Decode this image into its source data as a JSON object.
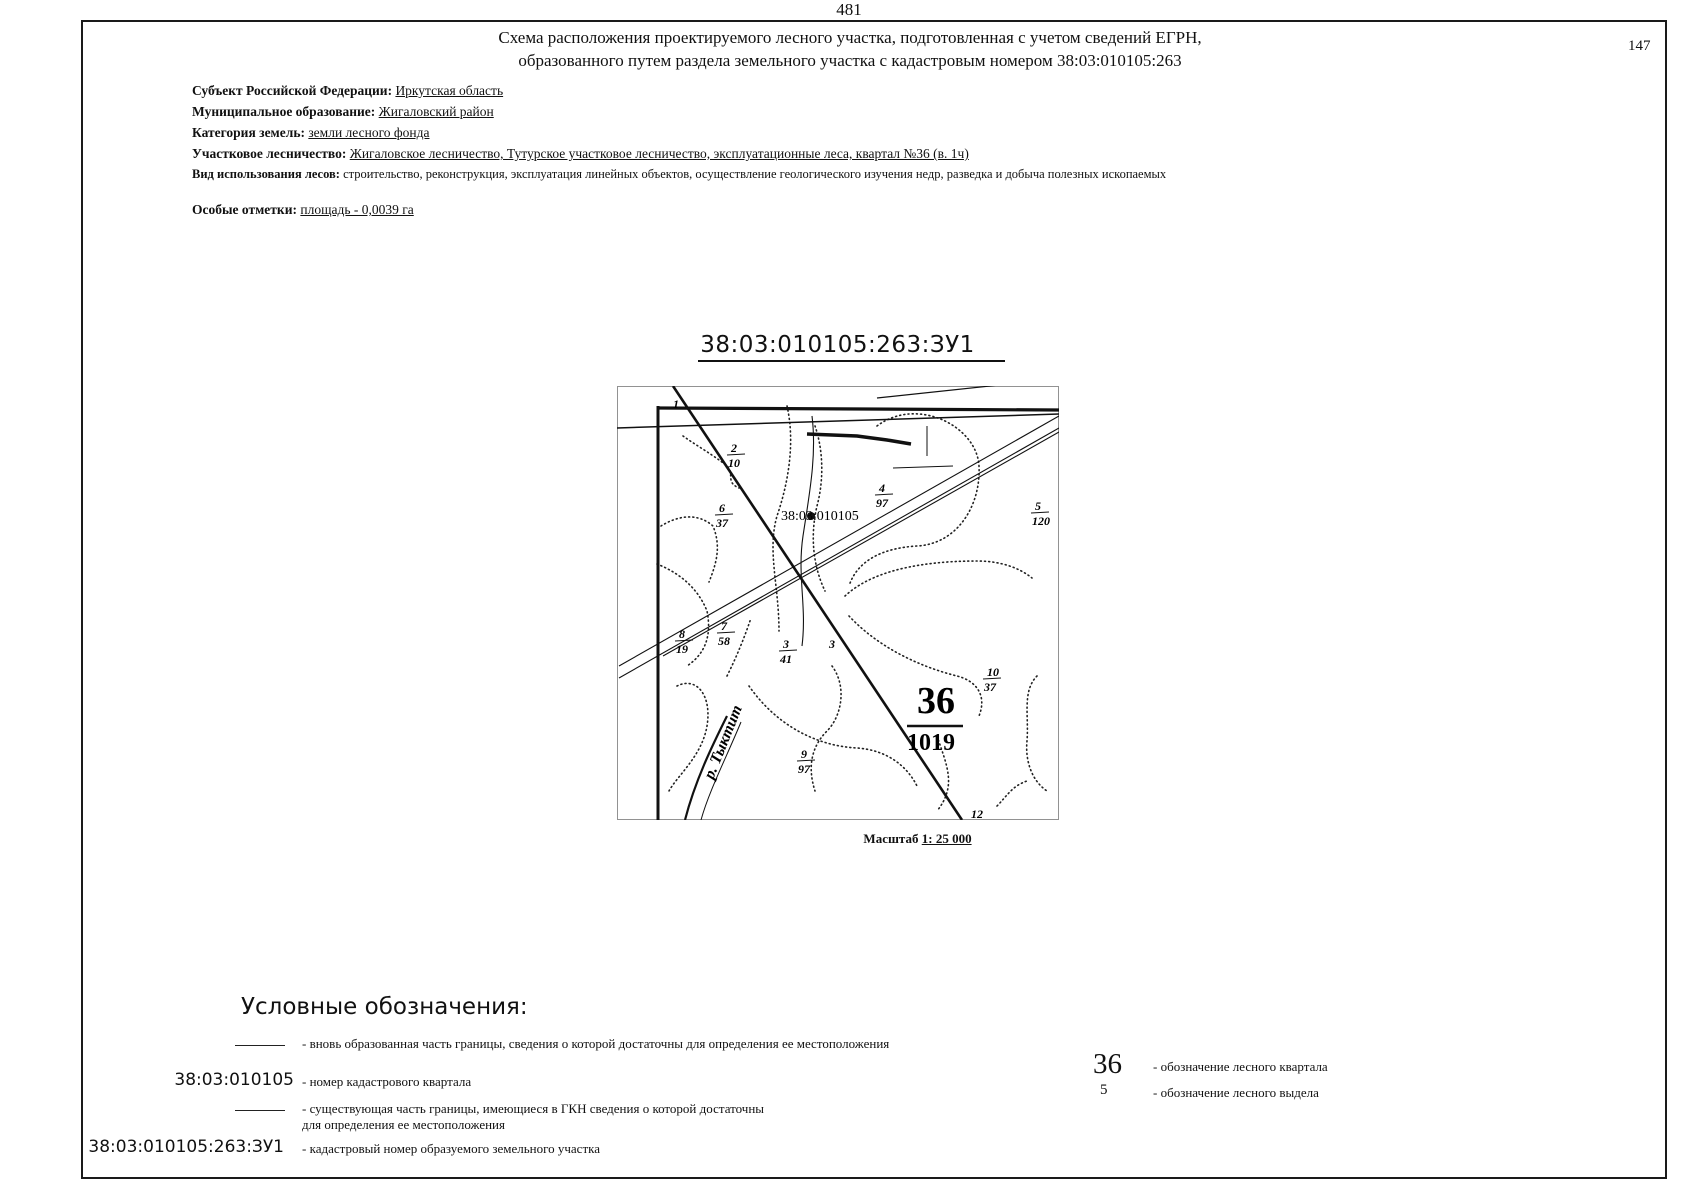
{
  "page": {
    "top_number": "481",
    "sheet_number": "147"
  },
  "title": {
    "line1": "Схема расположения проектируемого лесного участка, подготовленная с учетом сведений ЕГРН,",
    "line2": "образованного путем раздела земельного участка с кадастровым номером 38:03:010105:263"
  },
  "info": {
    "subject_label": "Субъект Российской Федерации:",
    "subject_value": "Иркутская область",
    "municipality_label": "Муниципальное образование:",
    "municipality_value": "Жигаловский район",
    "category_label": "Категория земель:",
    "category_value": "земли лесного фонда",
    "forestry_label": "Участковое лесничество:",
    "forestry_value": "Жигаловское лесничество, Тутурское участковое лесничество, эксплуатационные леса, квартал №36 (в. 1ч)",
    "usage_label": "Вид использования лесов:",
    "usage_value": "строительство, реконструкция, эксплуатация линейных объектов, осуществление геологического изучения недр, разведка и добыча полезных ископаемых",
    "marks_label": "Особые отметки:",
    "marks_value": "площадь -  0,0039 га"
  },
  "map": {
    "plot_id": "38:03:010105:263:ЗУ1",
    "cadastral_label": "38:03:010105",
    "river_label": "р. Тыктит",
    "quarter_number": "36",
    "quarter_area": "1019",
    "divisions": [
      {
        "top": "2",
        "bottom": "10"
      },
      {
        "top": "6",
        "bottom": "37"
      },
      {
        "top": "8",
        "bottom": "19"
      },
      {
        "top": "7",
        "bottom": "58"
      },
      {
        "top": "3",
        "bottom": "41"
      },
      {
        "top": "5",
        "bottom": "120"
      },
      {
        "top": "10",
        "bottom": "37"
      },
      {
        "top": "9",
        "bottom": "97"
      },
      {
        "top": "4",
        "bottom": "97"
      }
    ],
    "small_labels": [
      "3",
      "12",
      "1"
    ]
  },
  "scale": {
    "label": "Масштаб",
    "value": "1: 25 000"
  },
  "legend": {
    "title": "Условные обозначения:",
    "items": {
      "new_boundary": "- вновь образованная часть границы, сведения о которой достаточны для определения ее местоположения",
      "cadastral_code": "38:03:010105",
      "cadastral_text": "-  номер кадастрового квартала",
      "existing_boundary_l1": "- существующая часть границы, имеющиеся в ГКН сведения о которой достаточны",
      "existing_boundary_l2": "для определения ее местоположения",
      "plot_code": "38:03:010105:263:ЗУ1",
      "plot_text": "- кадастровый номер образуемого  земельного участка",
      "quarter_code": "36",
      "quarter_text": "- обозначение лесного квартала",
      "division_code": "5",
      "division_text": "- обозначение лесного выдела"
    }
  }
}
